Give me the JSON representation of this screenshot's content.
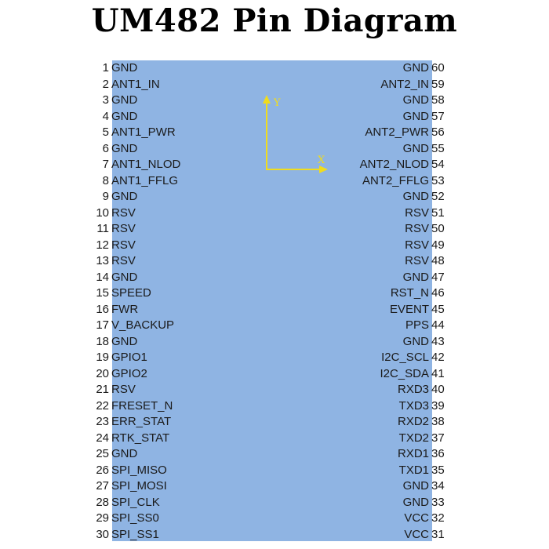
{
  "title": "UM482 Pin Diagram",
  "colors": {
    "chip_body": "#8fb4e3",
    "axis": "#f0dc1e",
    "text": "#1a1a1a"
  },
  "axes": {
    "y_label": "Y",
    "x_label": "X"
  },
  "left_pins": [
    {
      "num": "1",
      "name": "GND"
    },
    {
      "num": "2",
      "name": "ANT1_IN"
    },
    {
      "num": "3",
      "name": "GND"
    },
    {
      "num": "4",
      "name": "GND"
    },
    {
      "num": "5",
      "name": "ANT1_PWR"
    },
    {
      "num": "6",
      "name": "GND"
    },
    {
      "num": "7",
      "name": "ANT1_NLOD"
    },
    {
      "num": "8",
      "name": "ANT1_FFLG"
    },
    {
      "num": "9",
      "name": "GND"
    },
    {
      "num": "10",
      "name": "RSV"
    },
    {
      "num": "11",
      "name": "RSV"
    },
    {
      "num": "12",
      "name": "RSV"
    },
    {
      "num": "13",
      "name": "RSV"
    },
    {
      "num": "14",
      "name": "GND"
    },
    {
      "num": "15",
      "name": "SPEED"
    },
    {
      "num": "16",
      "name": "FWR"
    },
    {
      "num": "17",
      "name": "V_BACKUP"
    },
    {
      "num": "18",
      "name": "GND"
    },
    {
      "num": "19",
      "name": "GPIO1"
    },
    {
      "num": "20",
      "name": "GPIO2"
    },
    {
      "num": "21",
      "name": "RSV"
    },
    {
      "num": "22",
      "name": "FRESET_N"
    },
    {
      "num": "23",
      "name": "ERR_STAT"
    },
    {
      "num": "24",
      "name": "RTK_STAT"
    },
    {
      "num": "25",
      "name": "GND"
    },
    {
      "num": "26",
      "name": "SPI_MISO"
    },
    {
      "num": "27",
      "name": "SPI_MOSI"
    },
    {
      "num": "28",
      "name": "SPI_CLK"
    },
    {
      "num": "29",
      "name": "SPI_SS0"
    },
    {
      "num": "30",
      "name": "SPI_SS1"
    }
  ],
  "right_pins": [
    {
      "num": "60",
      "name": "GND"
    },
    {
      "num": "59",
      "name": "ANT2_IN"
    },
    {
      "num": "58",
      "name": "GND"
    },
    {
      "num": "57",
      "name": "GND"
    },
    {
      "num": "56",
      "name": "ANT2_PWR"
    },
    {
      "num": "55",
      "name": "GND"
    },
    {
      "num": "54",
      "name": "ANT2_NLOD"
    },
    {
      "num": "53",
      "name": "ANT2_FFLG"
    },
    {
      "num": "52",
      "name": "GND"
    },
    {
      "num": "51",
      "name": "RSV"
    },
    {
      "num": "50",
      "name": "RSV"
    },
    {
      "num": "49",
      "name": "RSV"
    },
    {
      "num": "48",
      "name": "RSV"
    },
    {
      "num": "47",
      "name": "GND"
    },
    {
      "num": "46",
      "name": "RST_N"
    },
    {
      "num": "45",
      "name": "EVENT"
    },
    {
      "num": "44",
      "name": "PPS"
    },
    {
      "num": "43",
      "name": "GND"
    },
    {
      "num": "42",
      "name": "I2C_SCL"
    },
    {
      "num": "41",
      "name": "I2C_SDA"
    },
    {
      "num": "40",
      "name": "RXD3"
    },
    {
      "num": "39",
      "name": "TXD3"
    },
    {
      "num": "38",
      "name": "RXD2"
    },
    {
      "num": "37",
      "name": "TXD2"
    },
    {
      "num": "36",
      "name": "RXD1"
    },
    {
      "num": "35",
      "name": "TXD1"
    },
    {
      "num": "34",
      "name": "GND"
    },
    {
      "num": "33",
      "name": "GND"
    },
    {
      "num": "32",
      "name": "VCC"
    },
    {
      "num": "31",
      "name": "VCC"
    }
  ]
}
